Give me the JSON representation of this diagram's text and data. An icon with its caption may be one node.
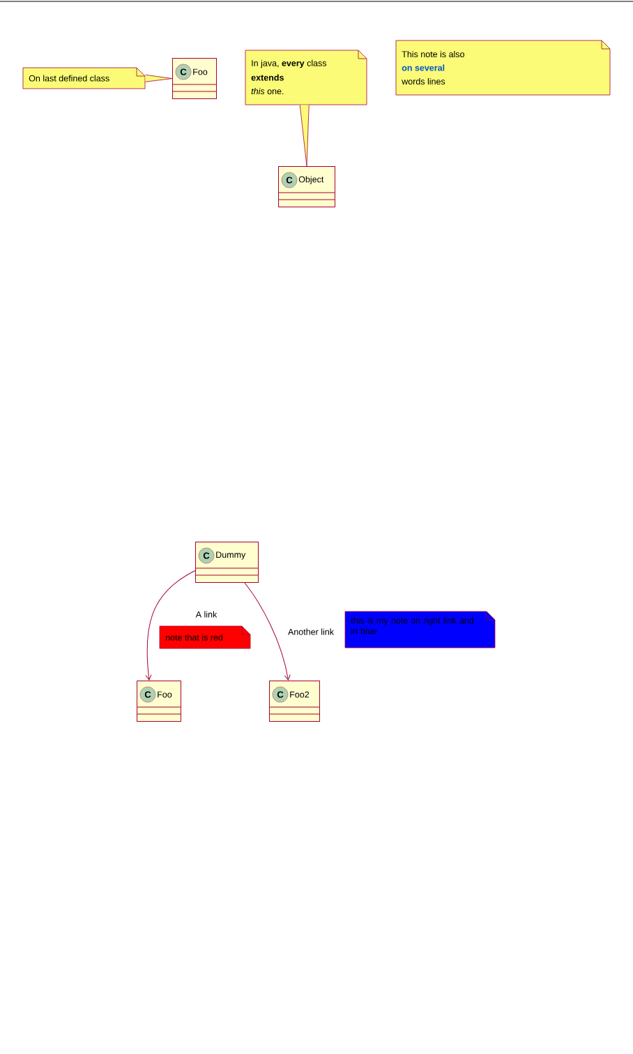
{
  "diagram": {
    "nodes": [
      {
        "text": [
          "On last defined class"
        ]
      },
      {
        "text": [
          "C",
          "Foo"
        ]
      },
      {
        "text": [
          "In java, **every** class",
          "extends",
          "*this* one."
        ]
      },
      {
        "text": [
          "C",
          "Object"
        ]
      },
      {
        "text": [
          "This note is also",
          "on several",
          "words lines"
        ]
      },
      {
        "text": [
          "C",
          "Dummy"
        ]
      },
      {
        "text": [
          "C",
          "Foo"
        ]
      },
      {
        "text": [
          "C",
          "Foo2"
        ]
      },
      {
        "text": [
          "note that is red"
        ]
      },
      {
        "text": [
          "this is my note on right link and in blue"
        ]
      }
    ],
    "edges": [
      {
        "from": 0,
        "to": 1,
        "arrow": "none"
      },
      {
        "from": 2,
        "to": 3,
        "arrow": "none"
      },
      {
        "from": 5,
        "to": 6,
        "arrow": "to",
        "label": "A link"
      },
      {
        "from": 5,
        "to": 7,
        "arrow": "to",
        "label": "Another link"
      }
    ]
  }
}
